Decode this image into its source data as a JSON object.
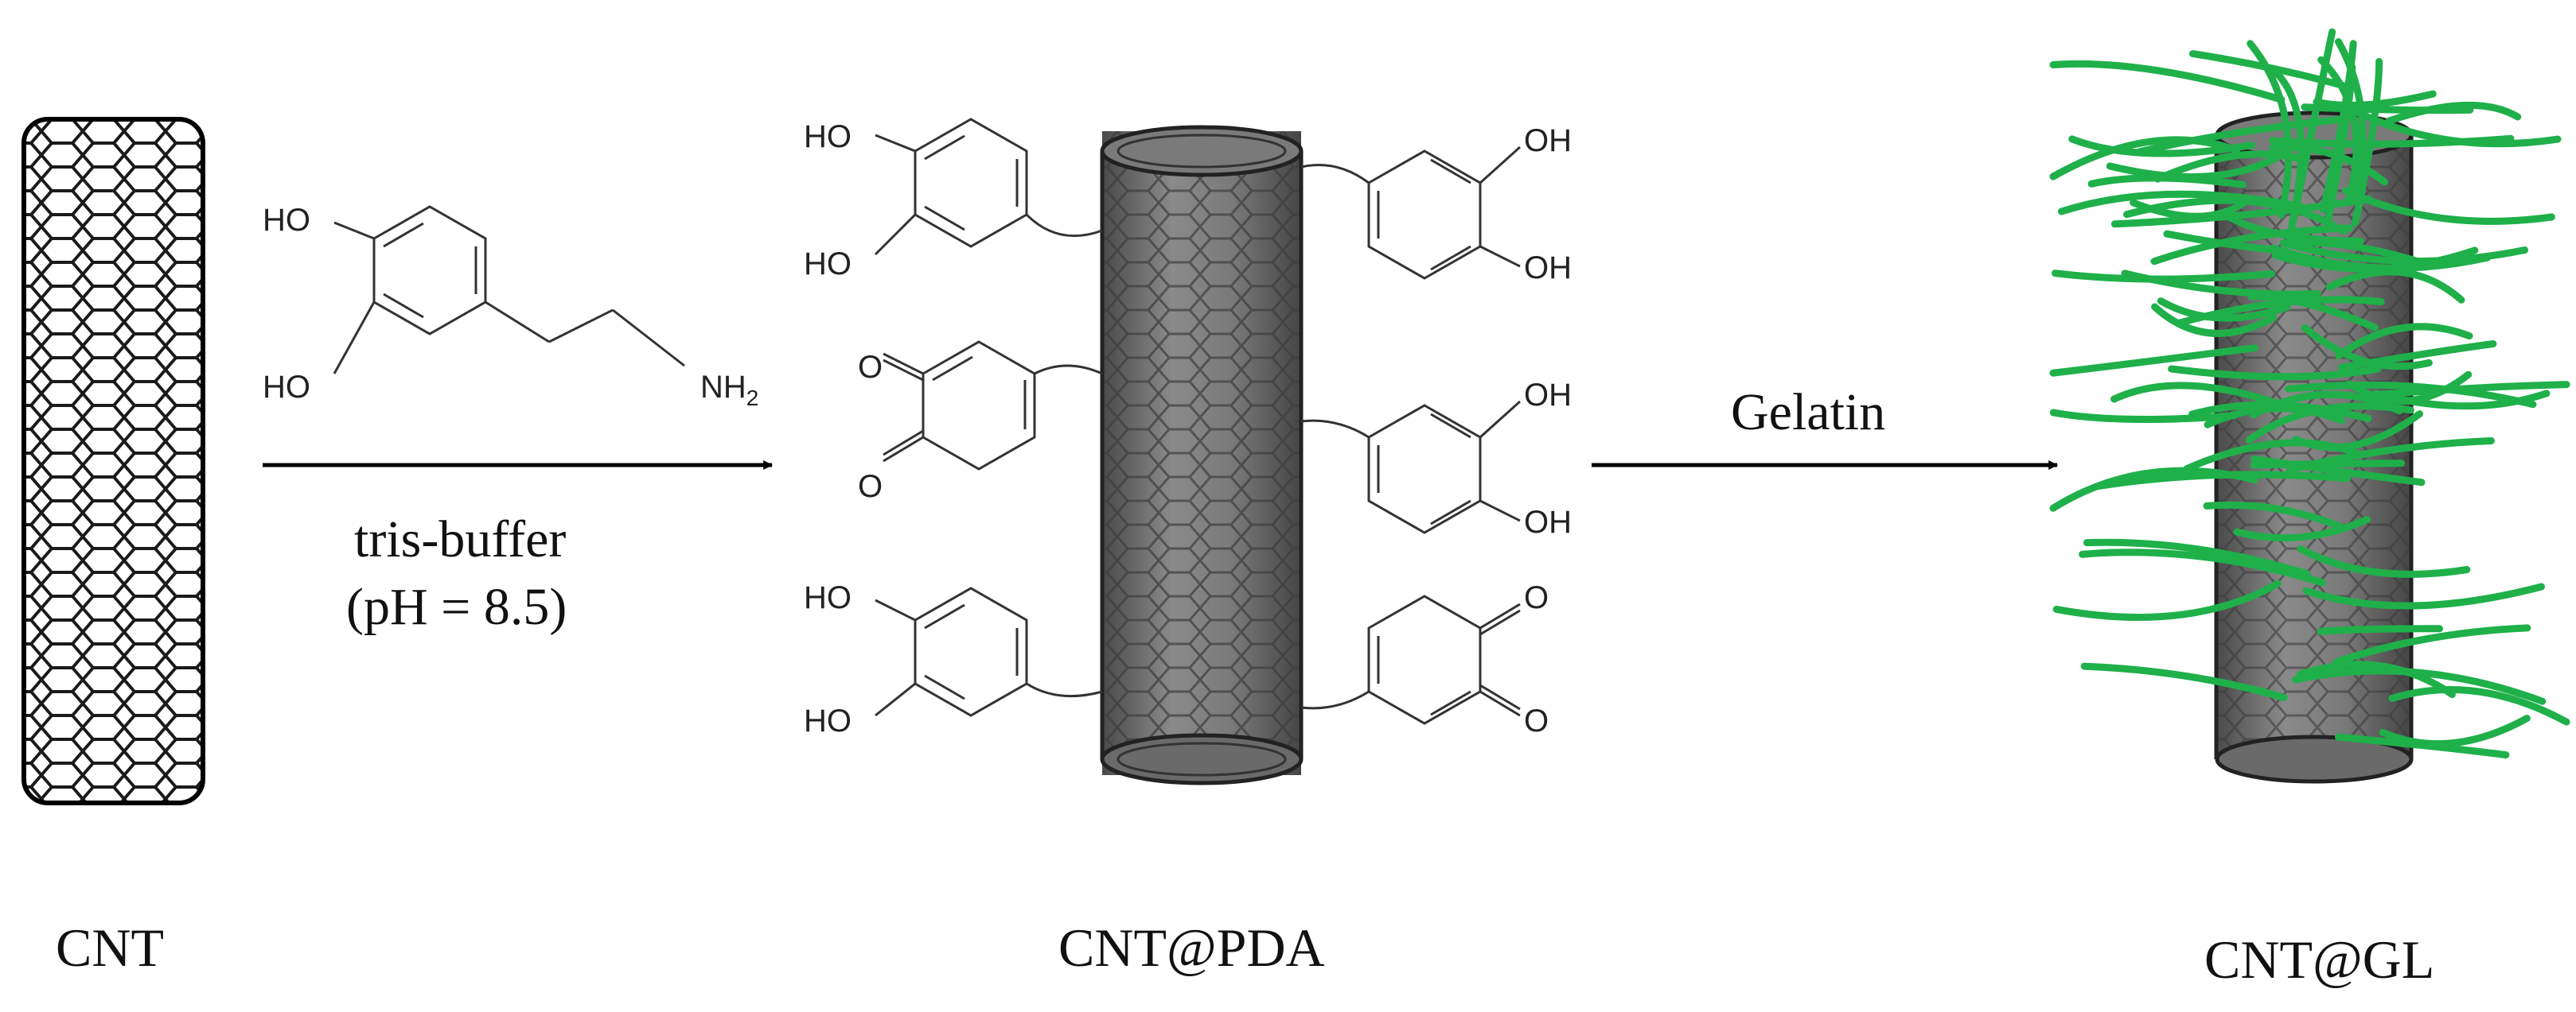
{
  "labels": {
    "cnt": "CNT",
    "cnt_pda": "CNT@PDA",
    "cnt_gl": "CNT@GL"
  },
  "step1": {
    "reagent_line1": "tris-buffer",
    "reagent_line2": "(pH = 8.5)"
  },
  "step2": {
    "reagent": "Gelatin"
  },
  "dopamine": {
    "ho_top": "HO",
    "ho_bottom": "HO",
    "nh": "NH",
    "nh_sub": "2"
  },
  "groups": {
    "left_top_ho1": "HO",
    "left_top_ho2": "HO",
    "left_mid_o1": "O",
    "left_mid_o2": "O",
    "left_bottom_ho1": "HO",
    "left_bottom_ho2": "HO",
    "right_top_oh1": "OH",
    "right_top_oh2": "OH",
    "right_mid_oh1": "OH",
    "right_mid_oh2": "OH",
    "right_bottom_o1": "O",
    "right_bottom_o2": "O"
  },
  "colors": {
    "gelatin_strand": "#1fb04a",
    "tube_fill": "#6b6b6b",
    "lattice": "#1a1a1a"
  }
}
